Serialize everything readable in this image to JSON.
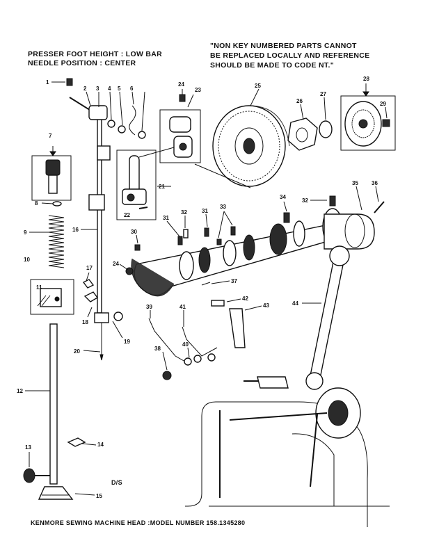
{
  "header": {
    "left_line1": "PRESSER FOOT HEIGHT : LOW BAR",
    "left_line2": "NEEDLE POSITION : CENTER",
    "note_line1": "\"NON KEY NUMBERED PARTS CANNOT",
    "note_line2": "BE REPLACED LOCALLY AND REFERENCE",
    "note_line3": "SHOULD BE MADE TO CODE NT.\""
  },
  "mark": "D/S",
  "footer": "KENMORE SEWING MACHINE HEAD :MODEL NUMBER 158.1345280",
  "callouts": [
    "1",
    "2",
    "3",
    "4",
    "5",
    "6",
    "7",
    "8",
    "9",
    "10",
    "11",
    "12",
    "13",
    "14",
    "15",
    "16",
    "17",
    "18",
    "19",
    "20",
    "21",
    "22",
    "23",
    "24",
    "25",
    "26",
    "27",
    "28",
    "29",
    "30",
    "31",
    "32",
    "31",
    "33",
    "34",
    "32",
    "35",
    "36",
    "37",
    "38",
    "39",
    "40",
    "41",
    "42",
    "43",
    "44"
  ]
}
